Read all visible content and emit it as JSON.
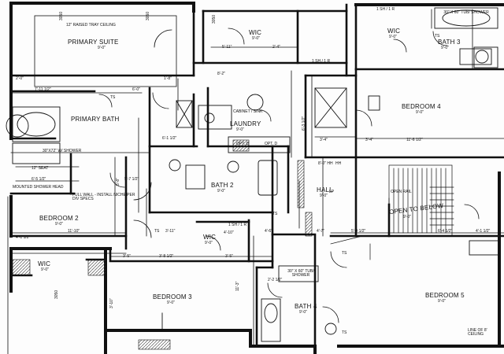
{
  "rooms": {
    "primary_suite": "PRIMARY SUITE",
    "primary_bath": "PRIMARY BATH",
    "wic_top": "WIC",
    "wic_top_right": "WIC",
    "bath3": "BATH 3",
    "bedroom4": "BEDROOM 4",
    "laundry": "LAUNDRY",
    "bath2": "BATH 2",
    "bedroom2": "BEDROOM 2",
    "wic_left": "WIC",
    "wic_mid": "WIC",
    "bedroom3": "BEDROOM 3",
    "bath4": "BATH 4",
    "bedroom5": "BEDROOM 5",
    "hall": "HALL",
    "open_to_below": "OPEN TO BELOW"
  },
  "ceiling_code": "9'-0\"",
  "notes": {
    "tray_ceiling": "12\" RAISED TRAY CEILING",
    "sh1": "1 SH / 1 R",
    "sh2": "1 SH / 1 R",
    "sh3": "1 SH / 1 R",
    "tub1": "30\" X 60\" TUB/ SHOWER",
    "cabinet_sink": "CABINET / SINK",
    "open_rail": "OPEN RAIL",
    "shower_head": "MOUNTED SHOWER HEAD",
    "full_wall": "FULL WALL - INSTALL NICHE PER DIV SPECS",
    "seat": "12\" SEAT",
    "tub2": "30\" X 60\" TUB/ SHOWER",
    "line_ceiling": "LINE OF 8' CEILING",
    "opt_d": "OPT. D",
    "opt_d2": "OPT. D",
    "shower_note": "30\"X72\" W/ SHOWER",
    "hh": "8'-0\" HH"
  },
  "dimensions": {
    "d1": "7'-11 1/2\"",
    "d2": "6'-0\"",
    "d3": "2'-0\"",
    "d4": "5'-11\"",
    "d5": "2'-4\"",
    "d6": "8'-2\"",
    "d7": "11'-6 1/2\"",
    "d8": "3'-4\"",
    "d9": "3'-4\"",
    "d10": "6'-1 1/2\"",
    "d11": "6'-5 1/2\"",
    "d12": "5'-7 1/2\"",
    "d13": "11'-10\"",
    "d14": "4'-1 1/2\"",
    "d15": "3'-5\"",
    "d16": "3'-8 1/2\"",
    "d17": "4'-10\"",
    "d18": "3'-5\"",
    "d19": "5'-9 1/2\"",
    "d20": "6'-4 1/2\"",
    "d21": "3'-11\"",
    "d22": "4'-6\"",
    "d23": "4'-7\"",
    "d24": "5'-8\"",
    "d25": "1'-8\"",
    "d26": "3'-10\"",
    "d27": "4'-1 1/2\"",
    "d28": "2'-2 1/2\"",
    "d29": "11'-3\"",
    "d30": "6'-3 1/2\""
  },
  "tags": {
    "ts": "TS",
    "lp": "LP",
    "hh": "HH",
    "num": "3050"
  }
}
